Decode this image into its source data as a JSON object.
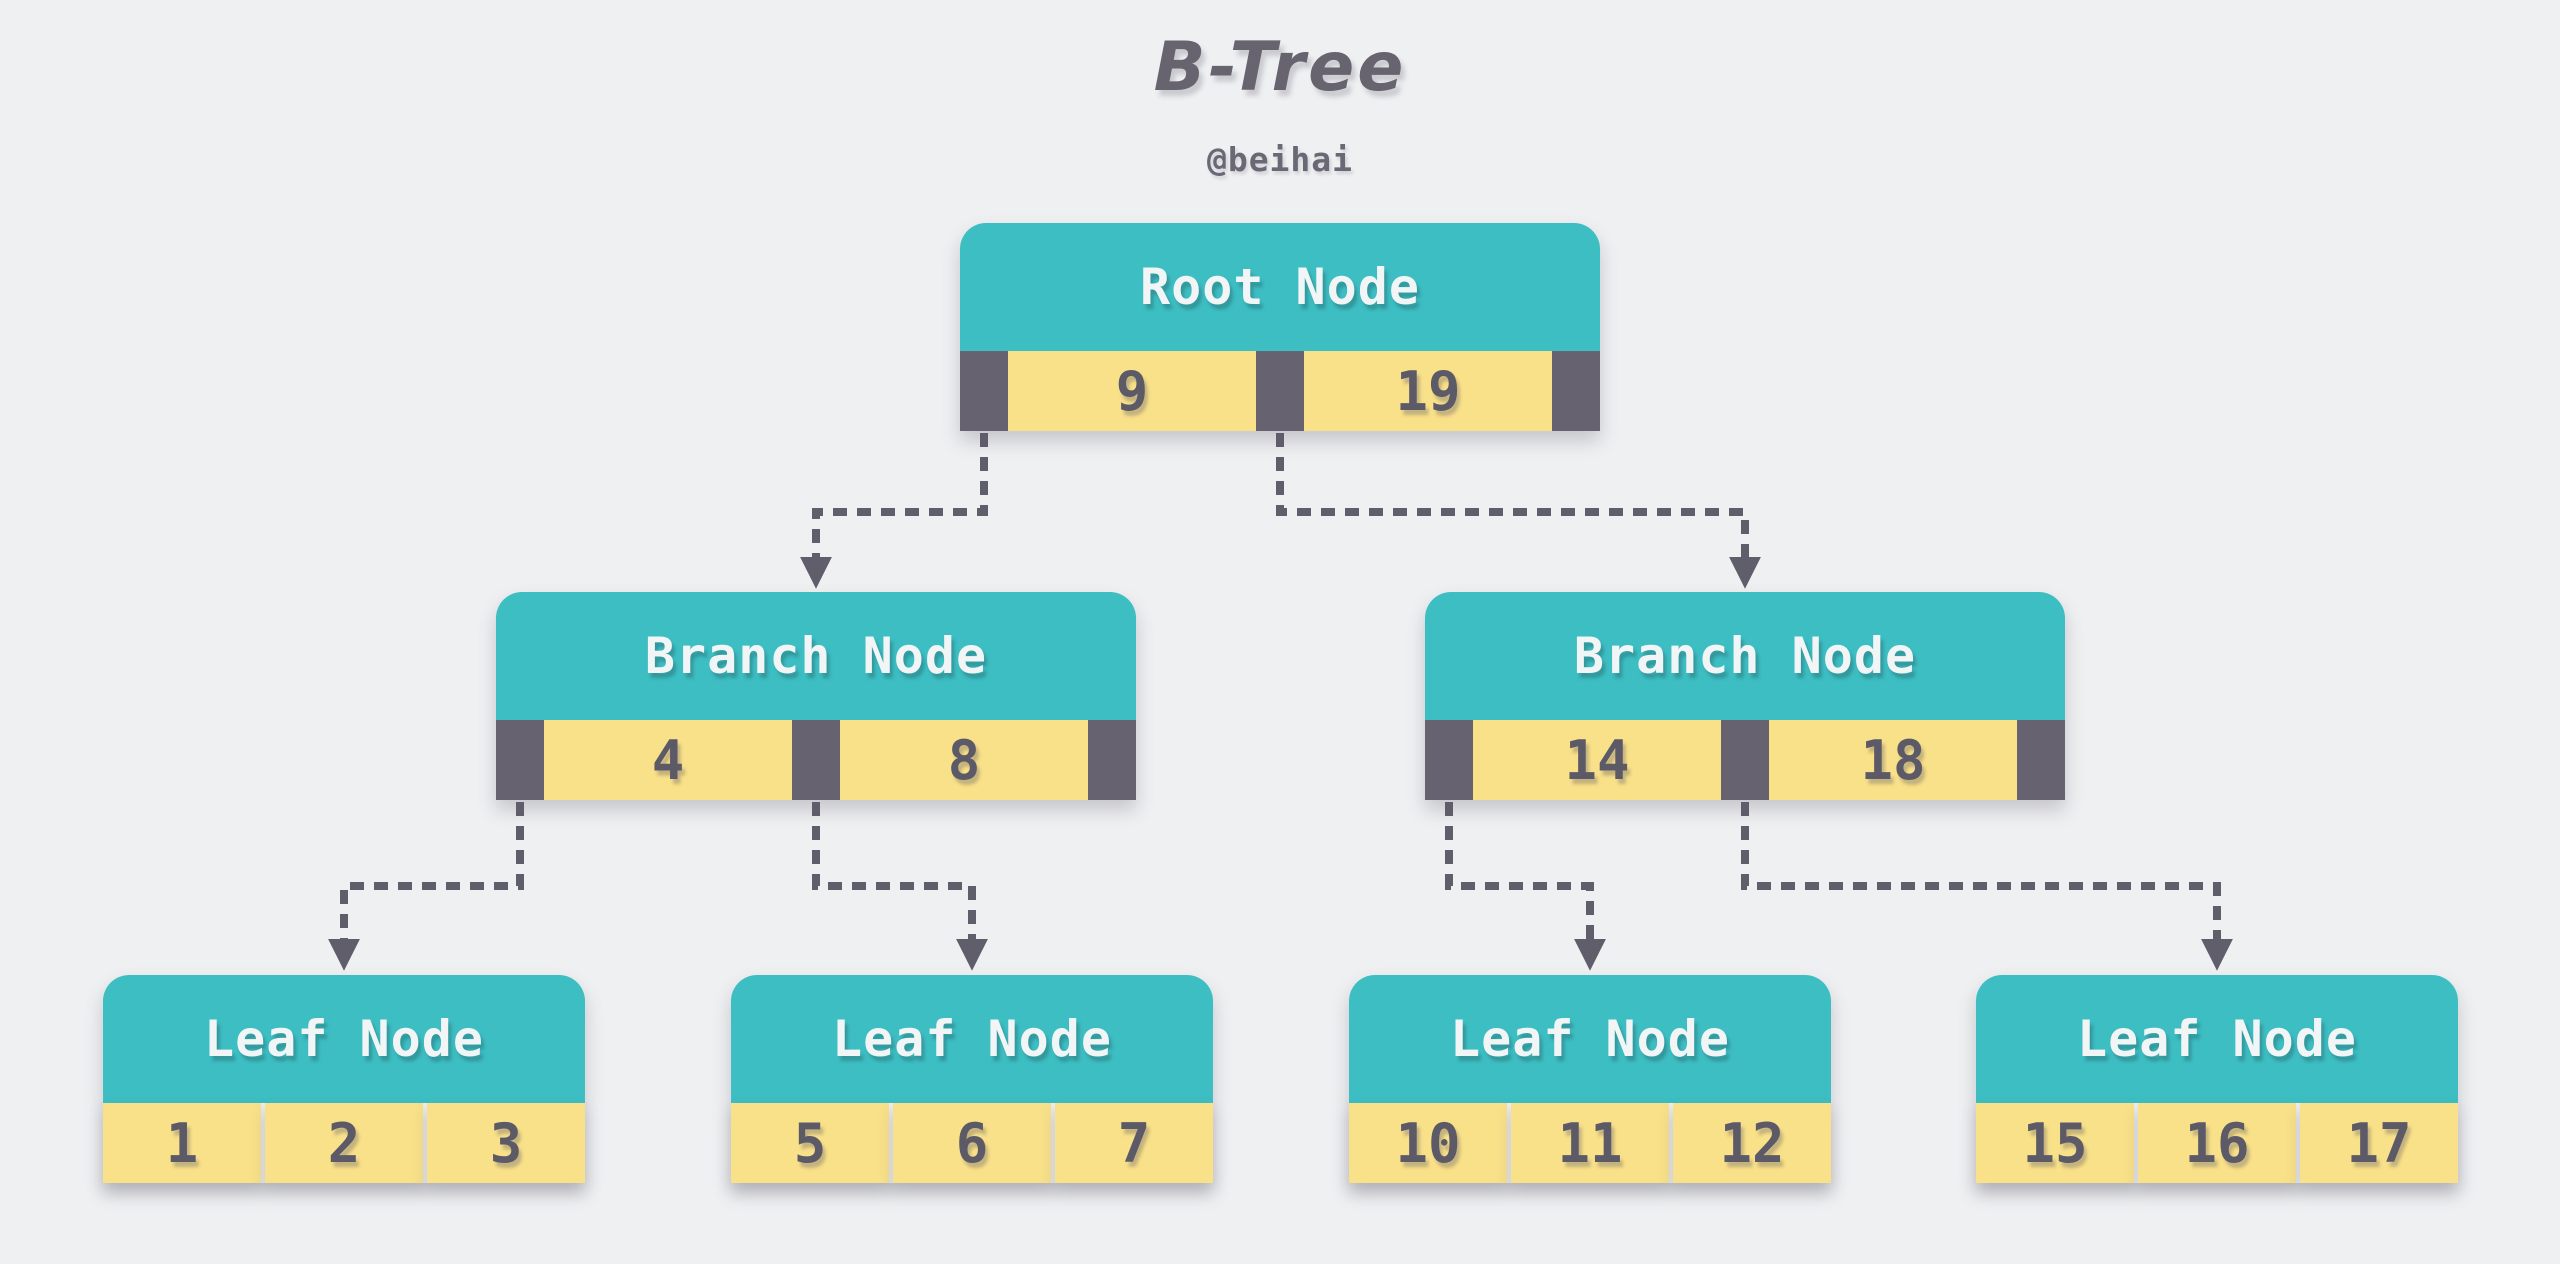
{
  "title": "B-Tree",
  "subtitle": "@beihai",
  "colors": {
    "background": "#eff0f2",
    "header_teal": "#3dbec3",
    "key_yellow": "#f9e189",
    "pointer_dark": "#66626f",
    "connector": "#615e6c",
    "header_text": "#f2f5f6",
    "key_text": "#5d5a68",
    "title_text": "#67646f"
  },
  "tree": {
    "root": {
      "label": "Root Node",
      "keys": [
        "9",
        "19"
      ]
    },
    "branches": [
      {
        "label": "Branch Node",
        "keys": [
          "4",
          "8"
        ]
      },
      {
        "label": "Branch Node",
        "keys": [
          "14",
          "18"
        ]
      }
    ],
    "leaves": [
      {
        "label": "Leaf Node",
        "keys": [
          "1",
          "2",
          "3"
        ]
      },
      {
        "label": "Leaf Node",
        "keys": [
          "5",
          "6",
          "7"
        ]
      },
      {
        "label": "Leaf Node",
        "keys": [
          "10",
          "11",
          "12"
        ]
      },
      {
        "label": "Leaf Node",
        "keys": [
          "15",
          "16",
          "17"
        ]
      }
    ],
    "connectors": [
      {
        "from": "root-pointer-0",
        "to": "branch-node-0"
      },
      {
        "from": "root-pointer-1",
        "to": "branch-node-1"
      },
      {
        "from": "branch-0-pointer-0",
        "to": "leaf-node-0"
      },
      {
        "from": "branch-0-pointer-1",
        "to": "leaf-node-1"
      },
      {
        "from": "branch-1-pointer-0",
        "to": "leaf-node-2"
      },
      {
        "from": "branch-1-pointer-1",
        "to": "leaf-node-3"
      }
    ]
  }
}
